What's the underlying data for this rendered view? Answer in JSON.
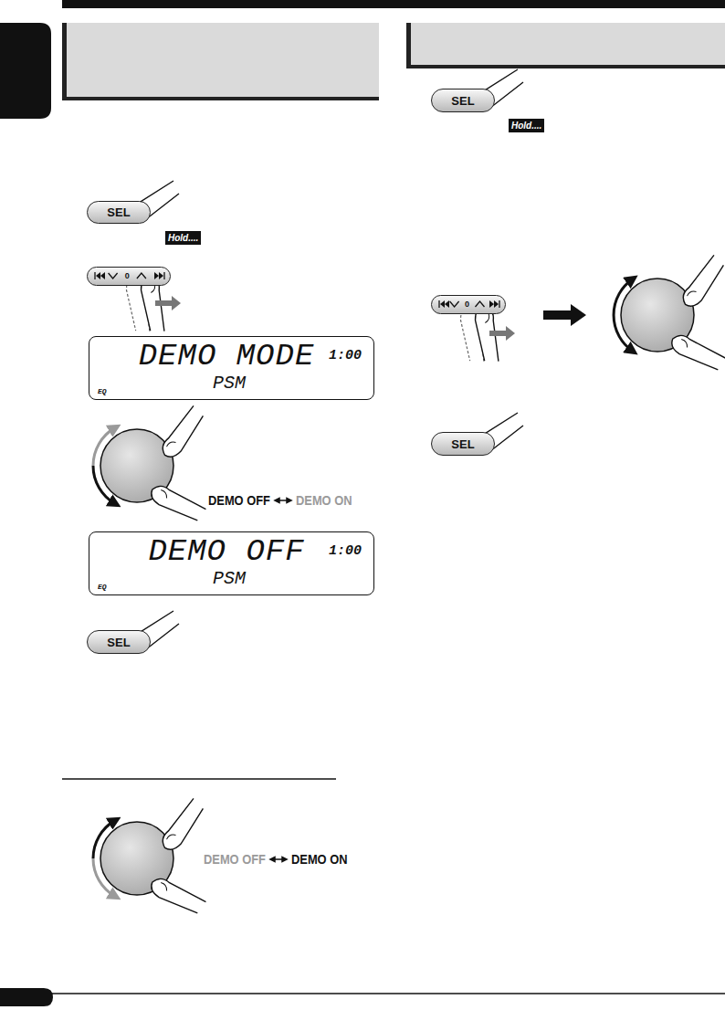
{
  "diagram": {
    "nodes": [
      {
        "text": [
          "SEL"
        ]
      },
      {
        "text": [
          "0"
        ]
      },
      {
        "text": [
          "DEMO MODE",
          "1:00",
          "PSM",
          "EQ"
        ]
      },
      {
        "text": [
          "DEMO OFF",
          "1:00",
          "PSM",
          "EQ"
        ]
      },
      {
        "text": [
          "SEL"
        ]
      },
      {
        "text": [
          "SEL"
        ]
      },
      {
        "text": [
          "0"
        ]
      },
      {
        "text": [
          "SEL"
        ]
      }
    ],
    "labels": [
      "Hold....",
      "DEMO OFF",
      "DEMO ON",
      "DEMO OFF",
      "DEMO ON",
      "Hold...."
    ]
  }
}
